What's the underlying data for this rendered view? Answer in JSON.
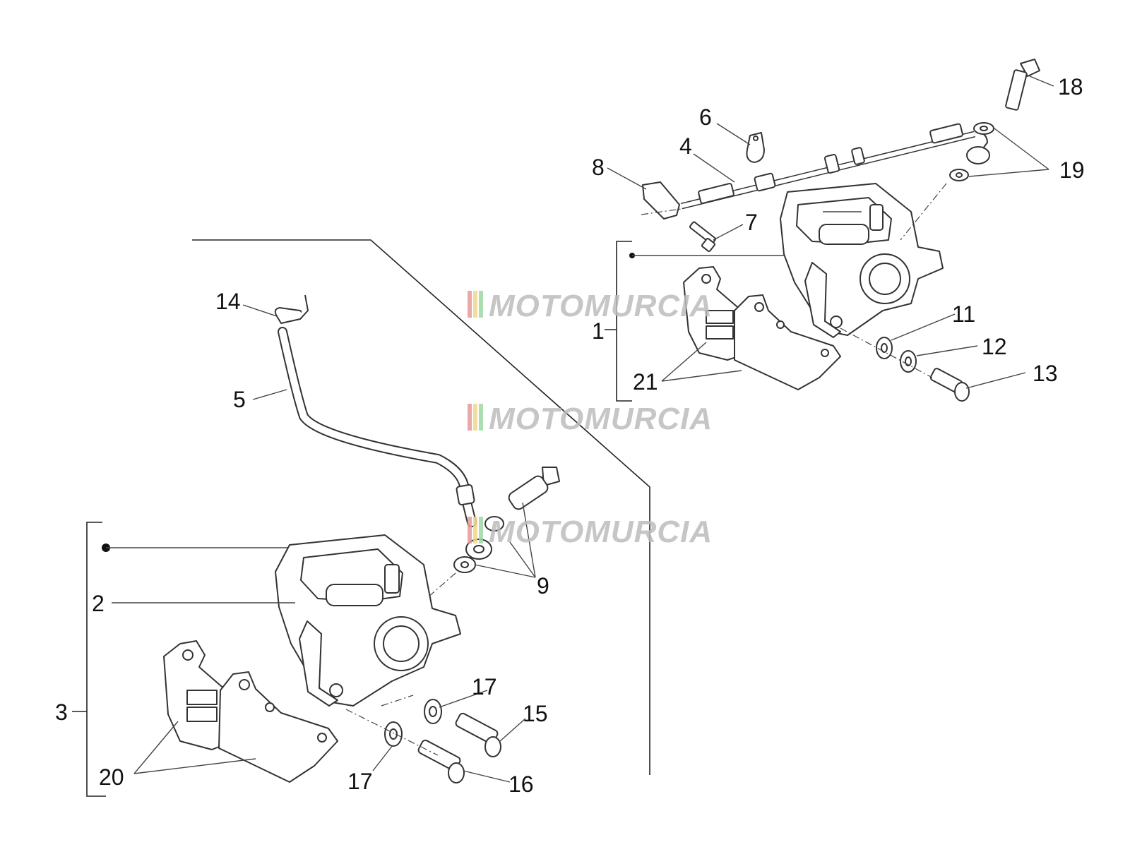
{
  "watermark": {
    "text": "MOTOMURCIA",
    "colors": {
      "text": "#bdbdbd",
      "stripe_1": "#e89a9a",
      "stripe_2": "#f0d98a",
      "stripe_3": "#9fd9a6"
    }
  },
  "callouts": {
    "c1": "1",
    "c2": "2",
    "c3": "3",
    "c4": "4",
    "c5": "5",
    "c6": "6",
    "c7": "7",
    "c8": "8",
    "c9": "9",
    "c11": "11",
    "c12": "12",
    "c13": "13",
    "c14": "14",
    "c15": "15",
    "c16": "16",
    "c17a": "17",
    "c17b": "17",
    "c18": "18",
    "c19": "19",
    "c20": "20",
    "c21": "21"
  }
}
